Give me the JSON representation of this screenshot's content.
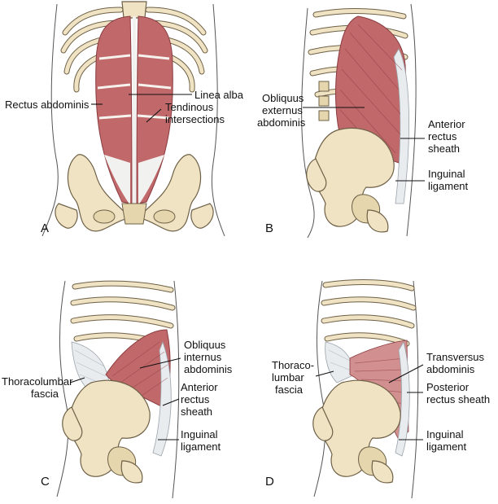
{
  "panels": [
    {
      "letter": "A",
      "labels": {
        "rectus": "Rectus abdominis",
        "linea": "Linea alba",
        "tendinous_1": "Tendinous",
        "tendinous_2": "intersections"
      }
    },
    {
      "letter": "B",
      "labels": {
        "obliquus_1": "Obliquus",
        "obliquus_2": "externus",
        "obliquus_3": "abdominis",
        "anterior_1": "Anterior",
        "anterior_2": "rectus",
        "anterior_3": "sheath",
        "inguinal_1": "Inguinal",
        "inguinal_2": "ligament"
      }
    },
    {
      "letter": "C",
      "labels": {
        "thoraco_1": "Thoracolumbar",
        "thoraco_2": "fascia",
        "obliquus_1": "Obliquus",
        "obliquus_2": "internus",
        "obliquus_3": "abdominis",
        "anterior_1": "Anterior",
        "anterior_2": "rectus",
        "anterior_3": "sheath",
        "inguinal_1": "Inguinal",
        "inguinal_2": "ligament"
      }
    },
    {
      "letter": "D",
      "labels": {
        "thoraco_1": "Thoraco-",
        "thoraco_2": "lumbar",
        "thoraco_3": "fascia",
        "transversus_1": "Transversus",
        "transversus_2": "abdominis",
        "posterior_1": "Posterior",
        "posterior_2": "rectus sheath",
        "inguinal_1": "Inguinal",
        "inguinal_2": "ligament"
      }
    }
  ]
}
